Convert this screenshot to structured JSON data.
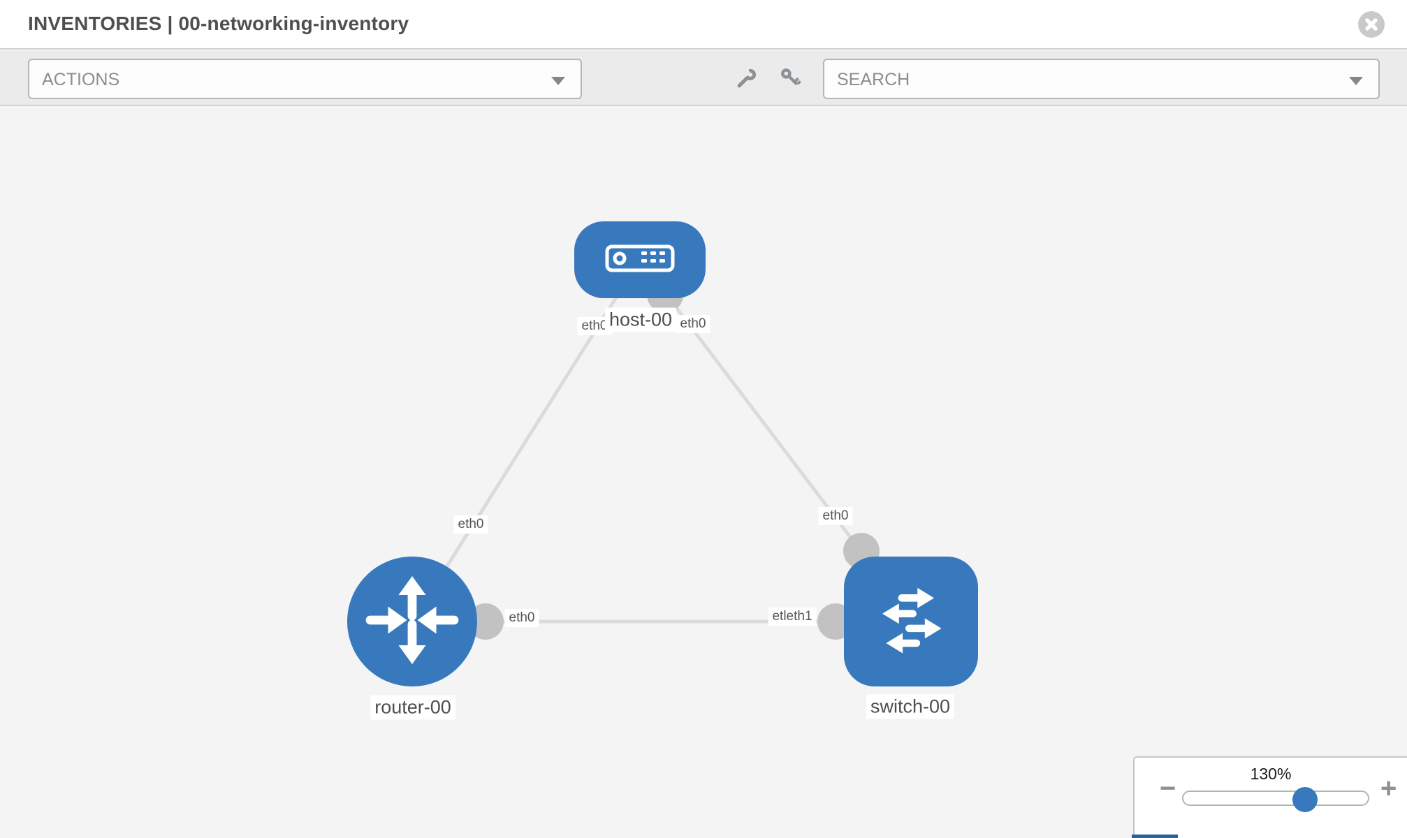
{
  "header": {
    "title": "INVENTORIES | 00-networking-inventory"
  },
  "toolbar": {
    "actions_label": "ACTIONS",
    "search_label": "SEARCH",
    "icons": [
      "wrench-icon",
      "key-icon"
    ]
  },
  "canvas": {
    "nodes": [
      {
        "name": "host-00",
        "type": "host"
      },
      {
        "name": "router-00",
        "type": "router"
      },
      {
        "name": "switch-00",
        "type": "switch"
      }
    ],
    "interface_labels": [
      "eth0",
      "eth0",
      "eth0",
      "eth0",
      "eth0",
      "etleth1"
    ]
  },
  "zoom_control": {
    "level": "130%",
    "minus": "−",
    "plus": "+"
  },
  "colors": {
    "node_blue": "#3879bd",
    "link_gray": "#dbdbdb",
    "interface_gray": "#c2c2c2",
    "toolbar_bg": "#ebebeb",
    "canvas_bg": "#f4f4f4",
    "icon_gray": "#8b9196",
    "key_edge_blue": "#2a6395"
  }
}
